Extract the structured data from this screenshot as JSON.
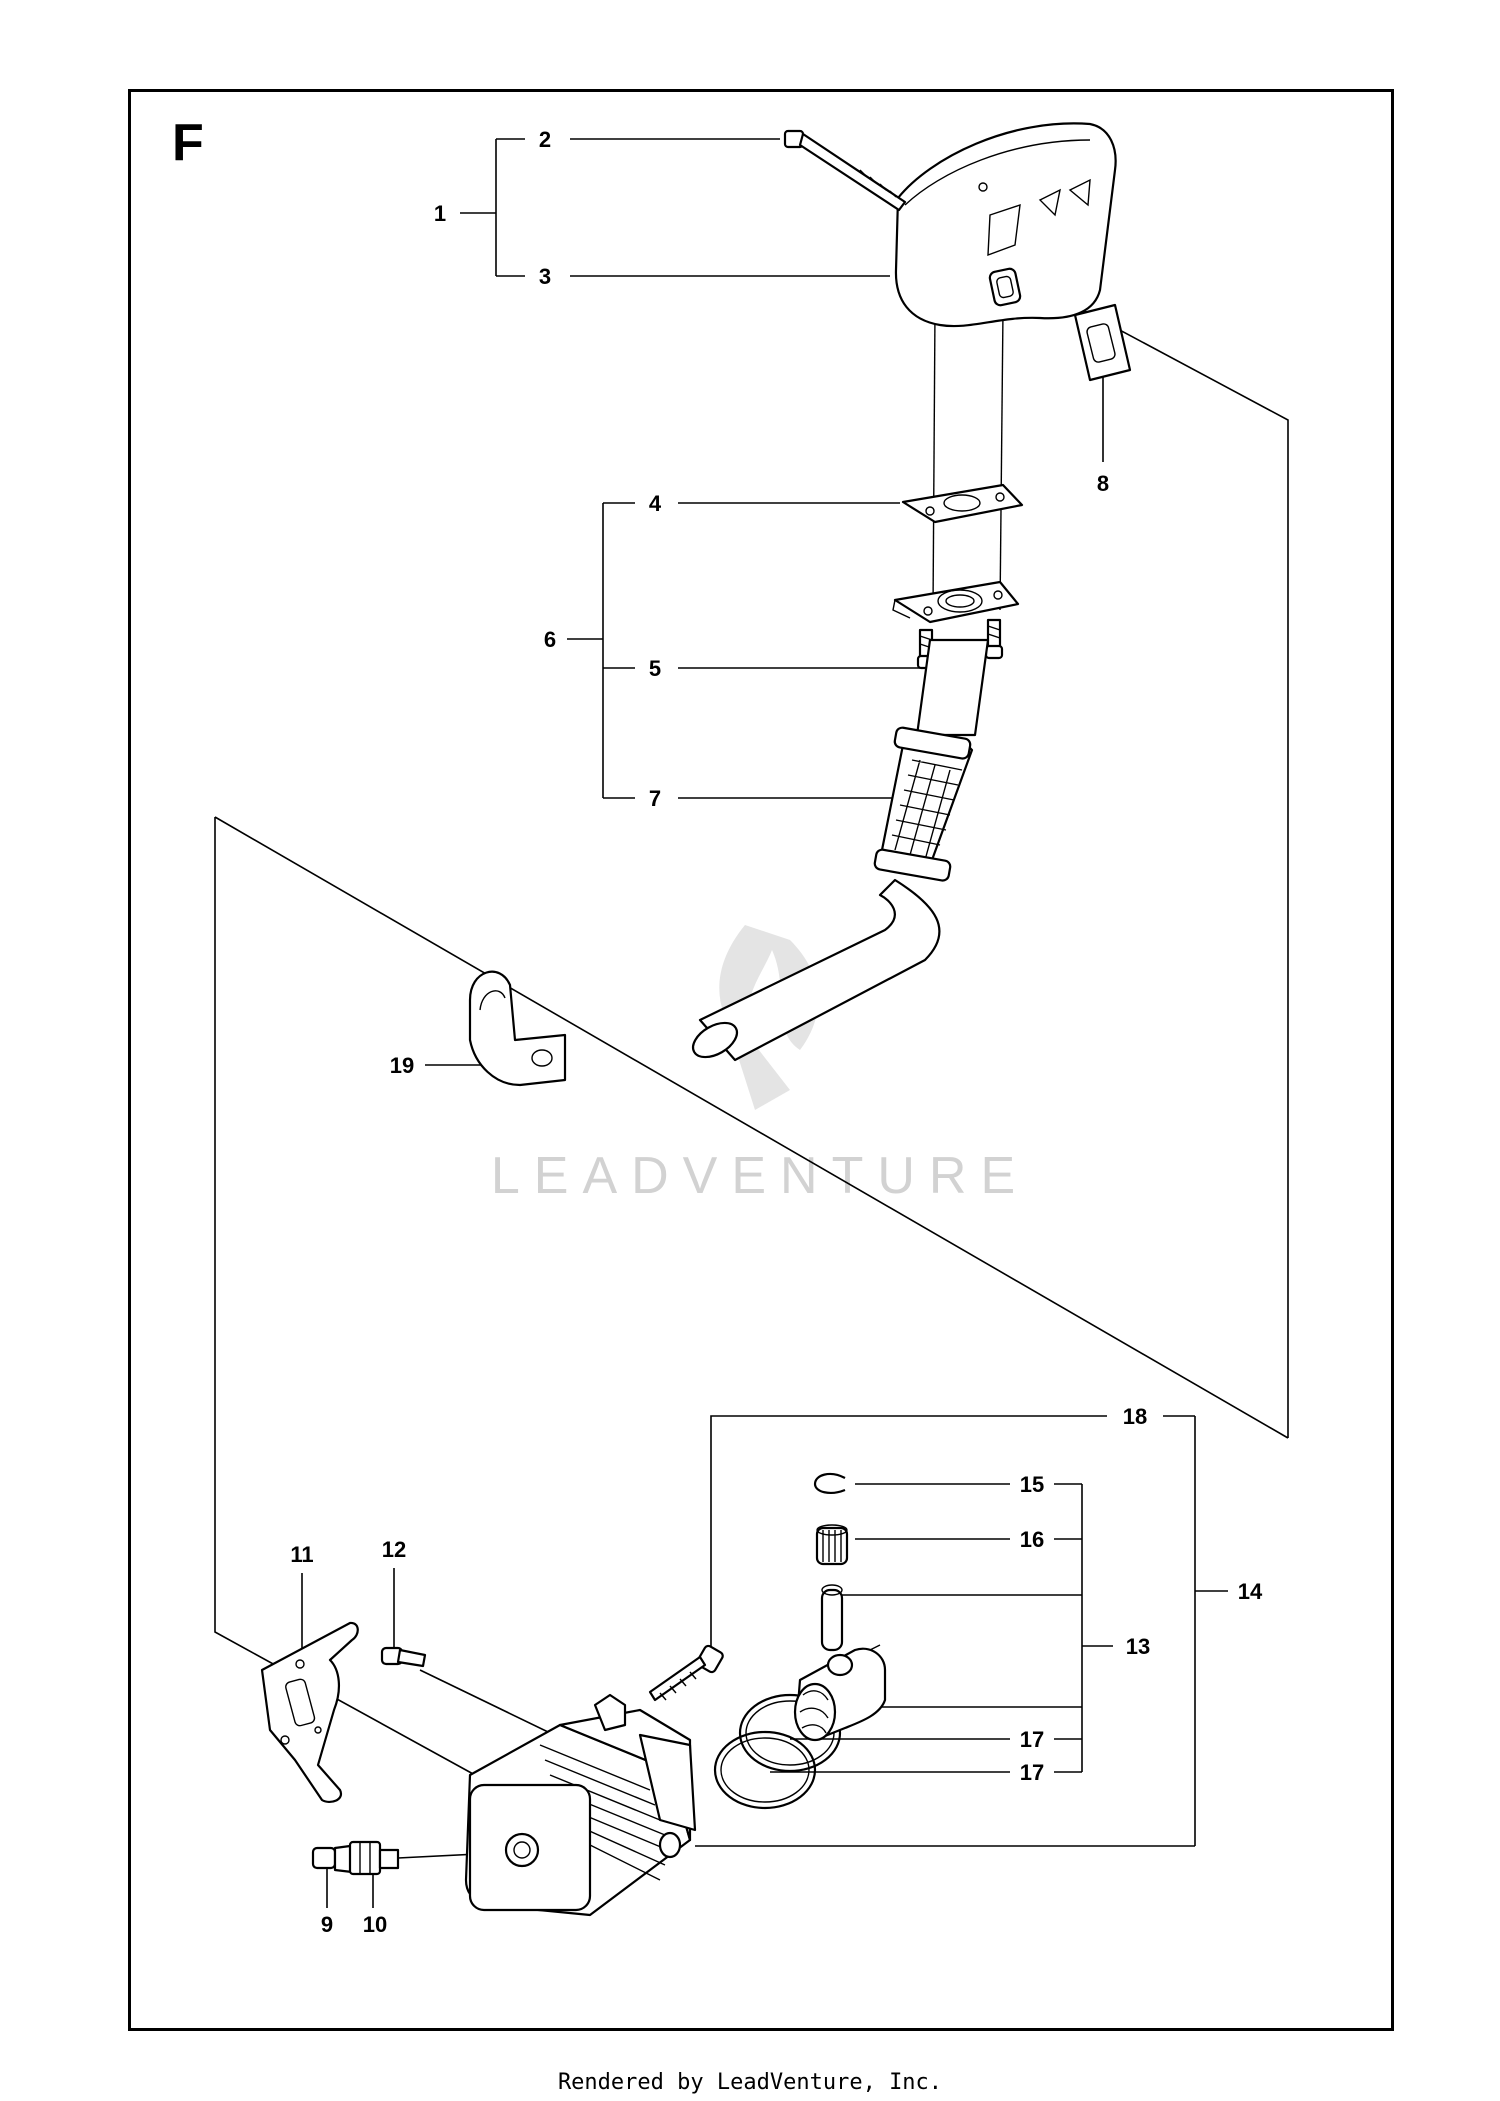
{
  "section_letter": "F",
  "watermark": "LEADVENTURE",
  "footer": "Rendered by LeadVenture, Inc.",
  "callouts": {
    "c1": "1",
    "c2": "2",
    "c3": "3",
    "c4": "4",
    "c5": "5",
    "c6": "6",
    "c7": "7",
    "c8": "8",
    "c9": "9",
    "c10": "10",
    "c11": "11",
    "c12": "12",
    "c13": "13",
    "c14": "14",
    "c15": "15",
    "c16": "16",
    "c17a": "17",
    "c17b": "17",
    "c18": "18",
    "c19": "19"
  },
  "colors": {
    "line": "#000000",
    "background": "#ffffff",
    "watermark": "#d2d2d2"
  },
  "icons": [
    "muffler-icon",
    "gasket-icon",
    "plate-icon",
    "screw-icon",
    "exhaust-pipe-icon",
    "clamp-icon",
    "cylinder-icon",
    "spark-plug-icon",
    "piston-icon",
    "bearing-icon",
    "piston-ring-icon",
    "circlip-icon",
    "pin-icon",
    "bolt-icon",
    "heat-shield-icon"
  ]
}
